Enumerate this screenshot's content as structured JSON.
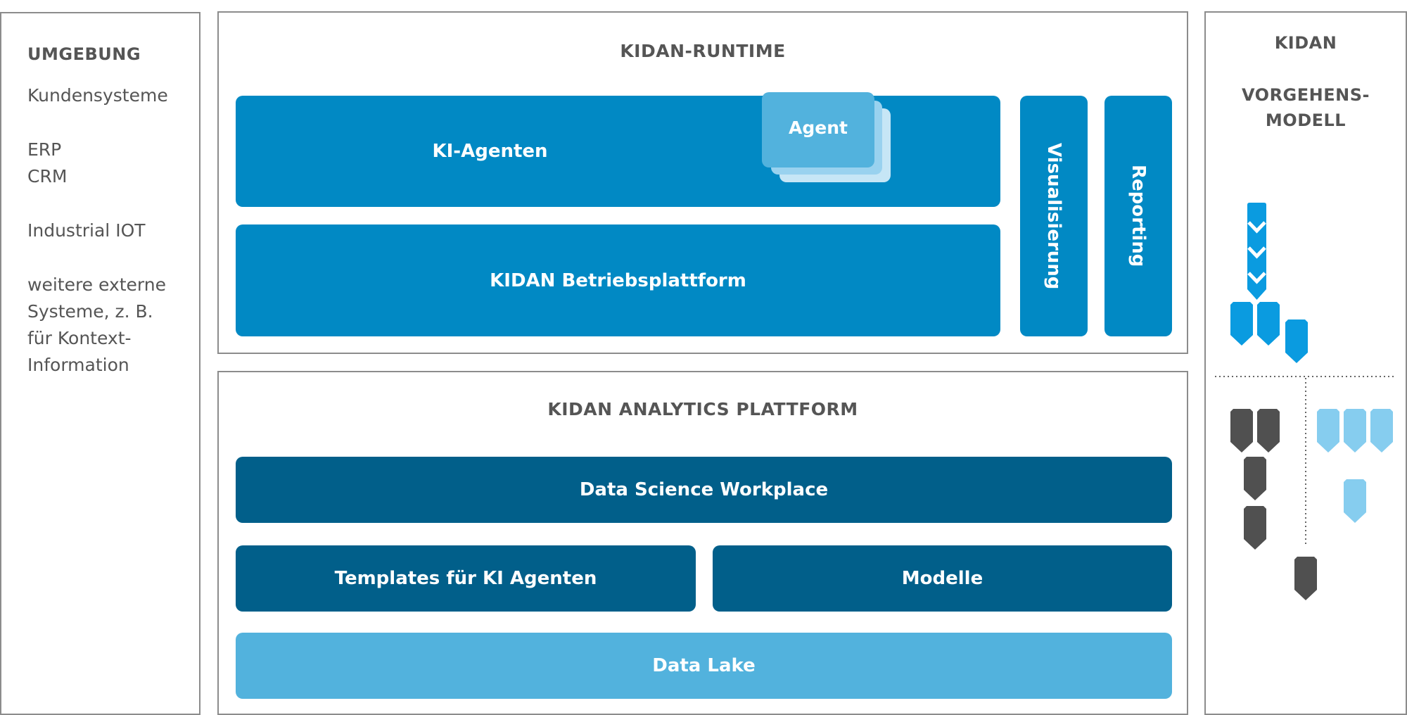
{
  "environment": {
    "title": "UMGEBUNG",
    "items": [
      "Kundensysteme",
      "ERP\nCRM",
      "Industrial IOT",
      "weitere externe\nSysteme, z. B.\nfür Kontext-\nInformation"
    ]
  },
  "runtime": {
    "title": "KIDAN-RUNTIME",
    "ki_agents_label": "KI-Agenten",
    "agent_card_label": "Agent",
    "platform_label": "KIDAN Betriebsplattform",
    "visualization_label": "Visualisierung",
    "reporting_label": "Reporting"
  },
  "analytics": {
    "title": "KIDAN ANALYTICS PLATTFORM",
    "workplace_label": "Data Science Workplace",
    "templates_label": "Templates für KI Agenten",
    "models_label": "Modelle",
    "data_lake_label": "Data Lake"
  },
  "process_model": {
    "title_line1": "KIDAN",
    "title_line2": "VORGEHENS-",
    "title_line3": "MODELL"
  },
  "colors": {
    "primary_blue": "#0189c4",
    "dark_blue": "#015f8a",
    "light_blue": "#52b2dd",
    "chevron_blue": "#0a9be0",
    "chevron_light": "#86cdef",
    "chevron_gray": "#505050",
    "border_gray": "#8c8c8c",
    "text_gray": "#555555"
  }
}
